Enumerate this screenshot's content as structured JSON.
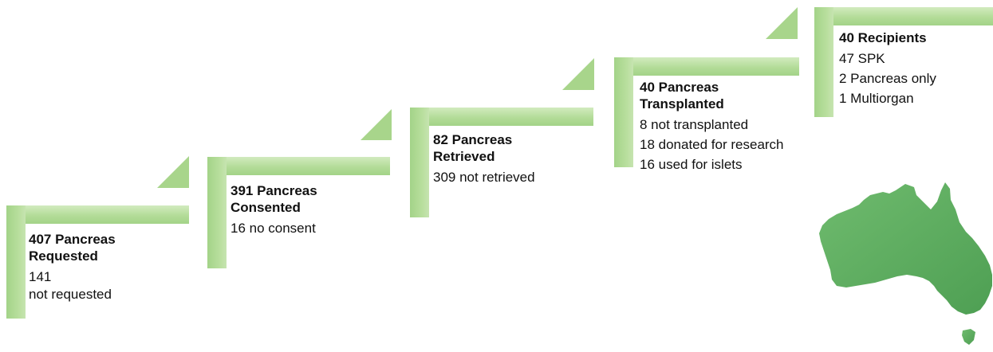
{
  "steps": [
    {
      "title": "407 Pancreas Requested",
      "title_lines": [
        "407 Pancreas",
        "Requested"
      ],
      "details": [
        "141",
        "not requested"
      ]
    },
    {
      "title": "391 Pancreas Consented",
      "title_lines": [
        "391 Pancreas",
        "Consented"
      ],
      "details": [
        "16 no consent"
      ]
    },
    {
      "title": "82 Pancreas Retrieved",
      "title_lines": [
        "82 Pancreas",
        "Retrieved"
      ],
      "details": [
        "309 not retrieved"
      ]
    },
    {
      "title": "40 Pancreas Transplanted",
      "title_lines": [
        "40 Pancreas",
        "Transplanted"
      ],
      "details": [
        "8 not transplanted",
        "18 donated for research",
        "16 used for islets"
      ]
    },
    {
      "title": "40 Recipients",
      "title_lines": [
        "40 Recipients"
      ],
      "details": [
        "47 SPK",
        "2 Pancreas only",
        "1 Multiorgan"
      ]
    }
  ],
  "colors": {
    "bracket_light": "#c8e6b4",
    "bracket_mid": "#a9d68d",
    "triangle": "#a8d58b",
    "map": "#5cab5e"
  },
  "icons": {
    "map": "australia-map-icon"
  }
}
